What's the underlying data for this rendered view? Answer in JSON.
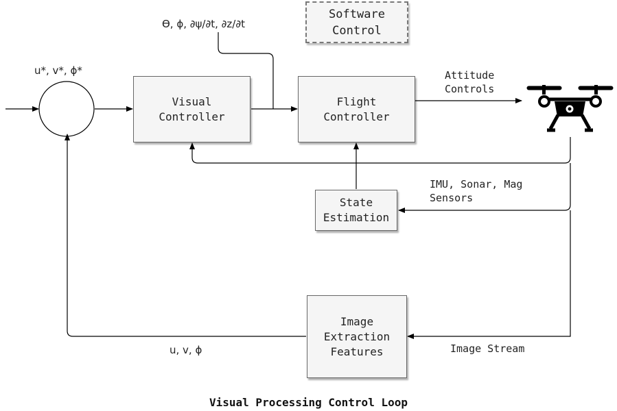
{
  "nodes": {
    "visual_controller": [
      "Visual",
      "Controller"
    ],
    "flight_controller": [
      "Flight",
      "Controller"
    ],
    "state_estimation": [
      "State",
      "Estimation"
    ],
    "image_extraction": [
      "Image",
      "Extraction",
      "Features"
    ],
    "software_control": [
      "Software",
      "Control"
    ]
  },
  "labels": {
    "setpoint": "u*, v*, ϕ*",
    "feedforward": "ϴ, ϕ, ∂ψ/∂t, ∂z/∂t",
    "attitude_controls": [
      "Attitude",
      "Controls"
    ],
    "sensors": [
      "IMU, Sonar, Mag",
      "Sensors"
    ],
    "image_stream": "Image Stream",
    "features_out": "u, v, ϕ"
  },
  "icons": {
    "drone": "drone-icon"
  },
  "colors": {
    "box_fill": "#f5f5f5",
    "box_border": "#666666",
    "line": "#000000"
  },
  "title": "Visual Processing Control Loop"
}
